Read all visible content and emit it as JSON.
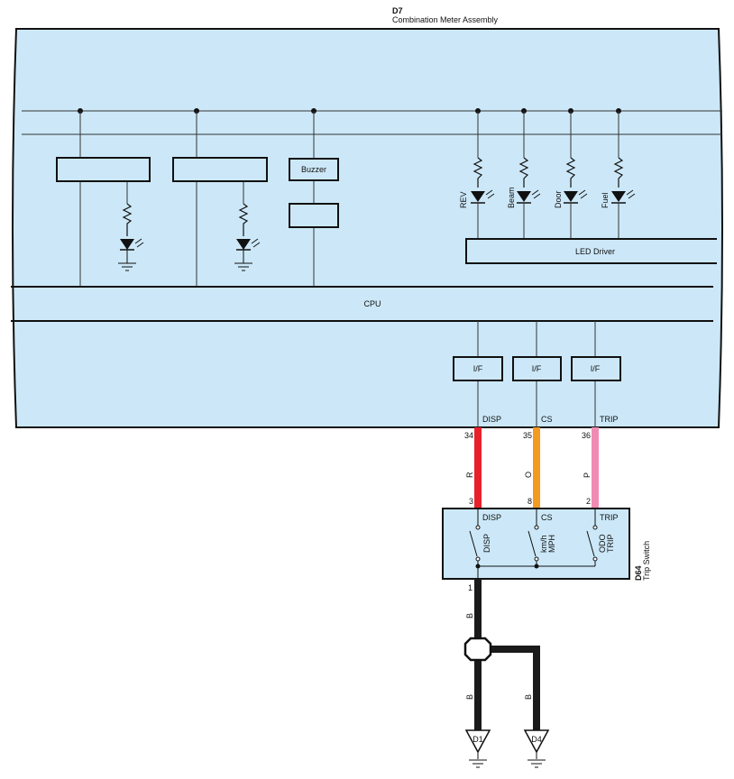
{
  "meter": {
    "code": "D7",
    "name": "Combination Meter Assembly",
    "buzzer_label": "Buzzer",
    "led_driver_label": "LED Driver",
    "cpu_label": "CPU",
    "leds": [
      "REV",
      "Beam",
      "Door",
      "Fuel"
    ],
    "interfaces": [
      "I/F",
      "I/F",
      "I/F"
    ],
    "signals": [
      "DISP",
      "CS",
      "TRIP"
    ]
  },
  "wires": [
    {
      "meter_pin": "34",
      "switch_pin": "3",
      "color_code": "R",
      "color": "#e8202a"
    },
    {
      "meter_pin": "35",
      "switch_pin": "8",
      "color_code": "O",
      "color": "#f39a21"
    },
    {
      "meter_pin": "36",
      "switch_pin": "2",
      "color_code": "P",
      "color": "#f08cb4"
    }
  ],
  "trip_switch": {
    "code": "D64",
    "name": "Trip Switch",
    "terminals": [
      "DISP",
      "CS",
      "TRIP"
    ],
    "switch_labels": [
      [
        "DISP"
      ],
      [
        "km/h",
        "MPH"
      ],
      [
        "ODO",
        "TRIP"
      ]
    ],
    "ground_pin": "1"
  },
  "ground": {
    "wire_color_code": "B",
    "points": [
      "D1",
      "D4"
    ]
  },
  "colors": {
    "panel": "#cce8f8",
    "ground_wire": "#1a1a1a"
  }
}
